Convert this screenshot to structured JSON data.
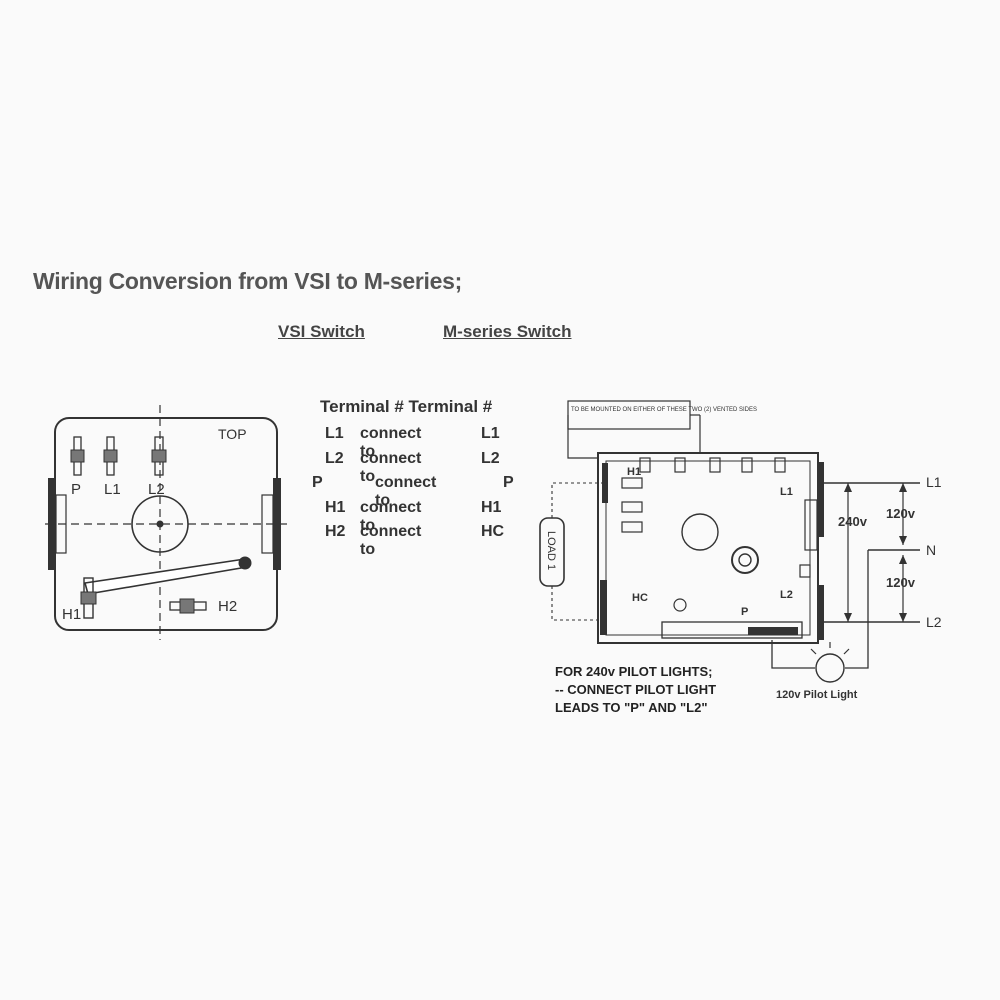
{
  "title": "Wiring Conversion from VSI to M-series;",
  "headers": {
    "vsi": "VSI Switch",
    "mseries": "M-series Switch"
  },
  "table": {
    "header": "Terminal # Terminal #",
    "rows": [
      {
        "from": "L1",
        "connector": "connect to",
        "to": "L1"
      },
      {
        "from": "L2",
        "connector": "connect to",
        "to": "L2"
      },
      {
        "from": "P",
        "connector": "connect to",
        "to": "P"
      },
      {
        "from": "H1",
        "connector": "connect to",
        "to": "H1"
      },
      {
        "from": "H2",
        "connector": "connect to",
        "to": "HC"
      }
    ]
  },
  "vsi_switch": {
    "top_label": "TOP",
    "terminals": [
      "P",
      "L1",
      "L2",
      "H1",
      "H2"
    ]
  },
  "m_series_switch": {
    "mount_note": "TO BE MOUNTED ON EITHER OF THESE TWO (2) VENTED SIDES",
    "load_label": "LOAD 1",
    "terminals": [
      "H1",
      "L1",
      "HC",
      "P",
      "L2"
    ],
    "lines": [
      "L1",
      "N",
      "L2"
    ],
    "voltage_240": "240v",
    "voltage_top": "120v",
    "voltage_bottom": "120v",
    "pilot_label": "120v Pilot Light"
  },
  "note": {
    "line1": "FOR 240v PILOT LIGHTS;",
    "line2": "-- CONNECT PILOT LIGHT",
    "line3": "LEADS TO \"P\" AND \"L2\""
  }
}
